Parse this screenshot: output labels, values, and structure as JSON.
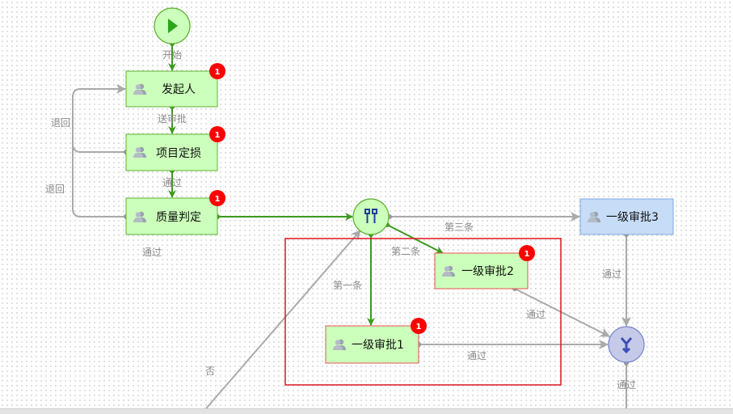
{
  "nodes": {
    "start": {
      "label": "开始"
    },
    "initiator": {
      "label": "发起人",
      "badge": "1"
    },
    "assess": {
      "label": "项目定损",
      "badge": "1"
    },
    "quality": {
      "label": "质量判定",
      "badge": "1"
    },
    "approval1": {
      "label": "一级审批1",
      "badge": "1"
    },
    "approval2": {
      "label": "一级审批2",
      "badge": "1"
    },
    "approval3": {
      "label": "一级审批3"
    }
  },
  "edges": {
    "submit": "送审批",
    "pass1": "通过",
    "back1": "退回",
    "back2": "退回",
    "pass2": "通过",
    "third": "第三条",
    "second": "第二条",
    "first": "第一条",
    "pass_a2": "通过",
    "pass_a1": "通过",
    "pass_a3": "通过",
    "pass_join": "通过",
    "no": "否"
  },
  "colors": {
    "green": "#3d9a1f",
    "task_fill": "#ccffbb",
    "gray": "#aaaaaa",
    "highlight": "#e0151f",
    "blue_fill": "#c6dcf7",
    "join_fill": "#c5cae9"
  }
}
